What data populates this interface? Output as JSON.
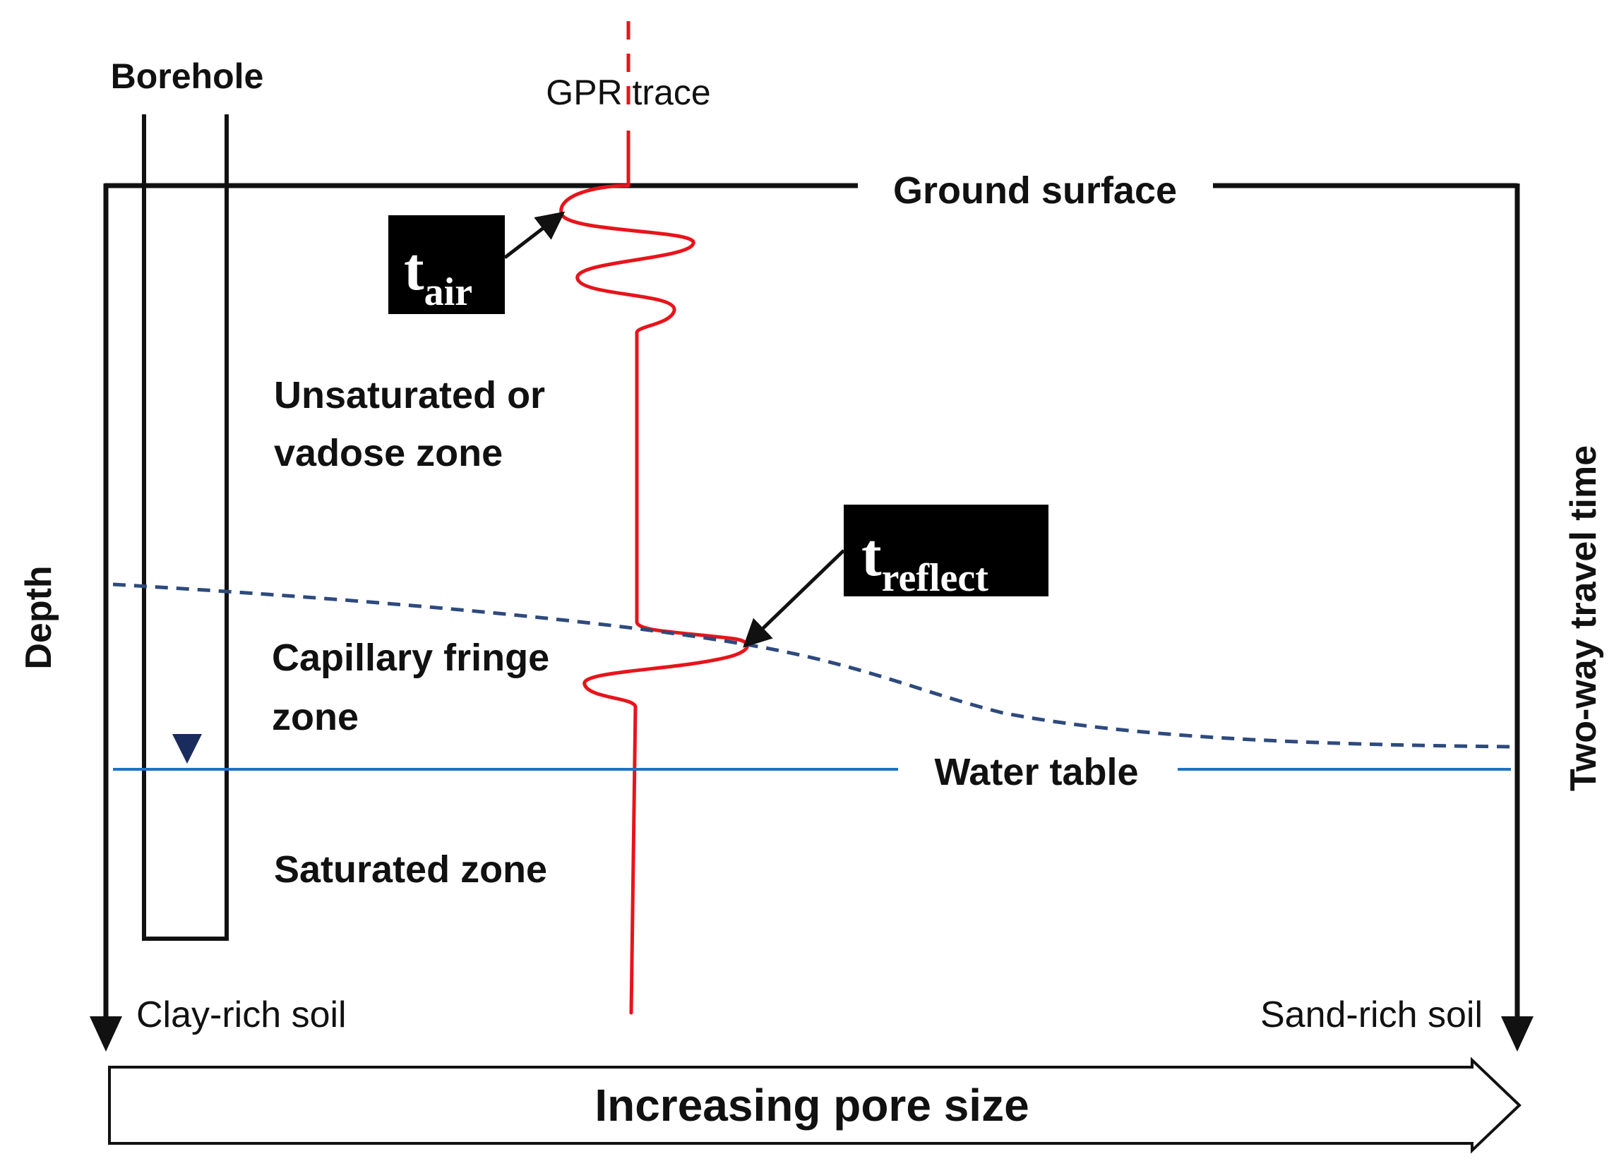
{
  "labels": {
    "borehole": "Borehole",
    "gpr_trace": "GPR trace",
    "ground_surface": "Ground surface",
    "unsaturated_line1": "Unsaturated or",
    "unsaturated_line2": "vadose zone",
    "capillary_line1": "Capillary fringe",
    "capillary_line2": "zone",
    "water_table": "Water table",
    "saturated_zone": "Saturated zone",
    "depth": "Depth",
    "two_way_travel_time": "Two-way travel time",
    "clay_rich_soil": "Clay-rich soil",
    "sand_rich_soil": "Sand-rich soil",
    "increasing_pore_size": "Increasing pore size",
    "t_air_main": "t",
    "t_air_sub": "air",
    "t_reflect_main": "t",
    "t_reflect_sub": "reflect"
  },
  "colors": {
    "gpr_trace": "#e8141b",
    "water_table": "#1a73c5",
    "capillary_boundary": "#2e4a7d",
    "water_table_marker": "#1a2c5e",
    "frame": "#111111",
    "label_box": "#000000"
  }
}
